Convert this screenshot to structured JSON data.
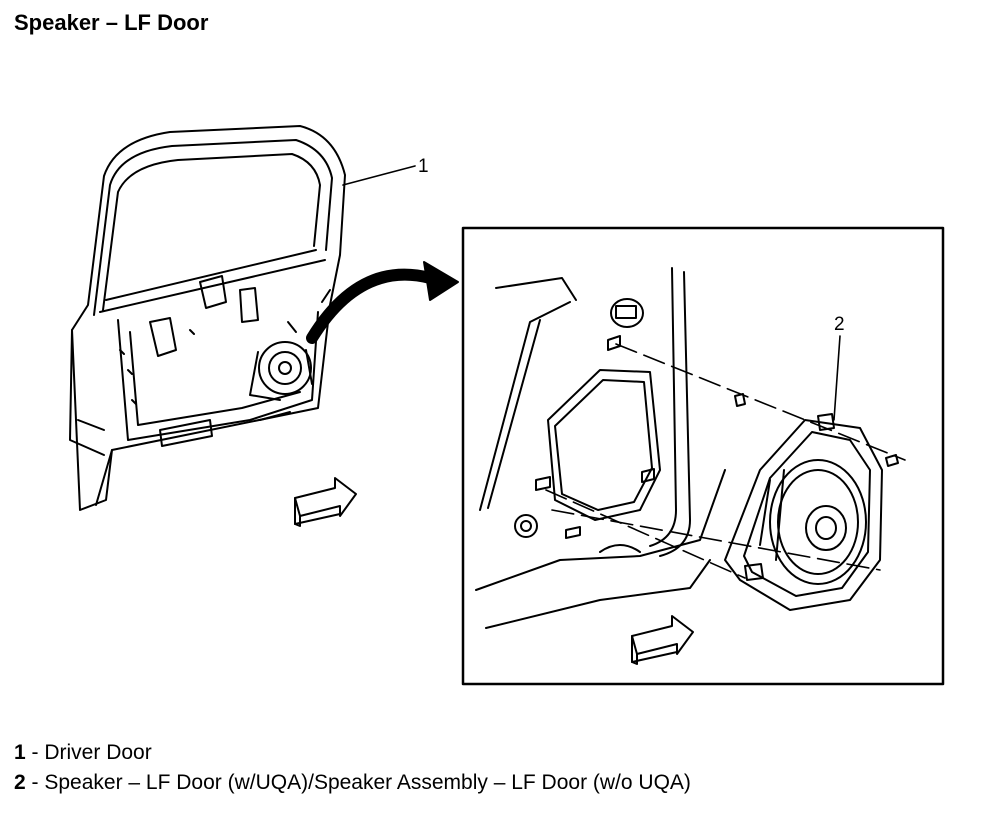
{
  "title": "Speaker – LF Door",
  "callouts": [
    {
      "id": "1"
    },
    {
      "id": "2"
    }
  ],
  "legend": [
    {
      "num": "1",
      "sep": " - ",
      "text": "Driver Door"
    },
    {
      "num": "2",
      "sep": " - ",
      "text": "Speaker – LF Door (w/UQA)/Speaker Assembly – LF Door (w/o UQA)"
    }
  ]
}
